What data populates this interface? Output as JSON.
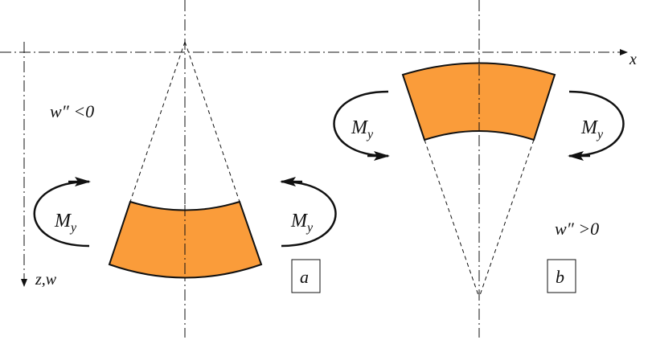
{
  "colors": {
    "fill": "#FA9C3A",
    "stroke": "#111111"
  },
  "axes": {
    "x_label": "x",
    "z_label": "z,w"
  },
  "panel_a": {
    "label": "a",
    "condition": "w″ <0",
    "moment": "M",
    "moment_sub": "y"
  },
  "panel_b": {
    "label": "b",
    "condition": "w″ >0",
    "moment": "M",
    "moment_sub": "y"
  }
}
